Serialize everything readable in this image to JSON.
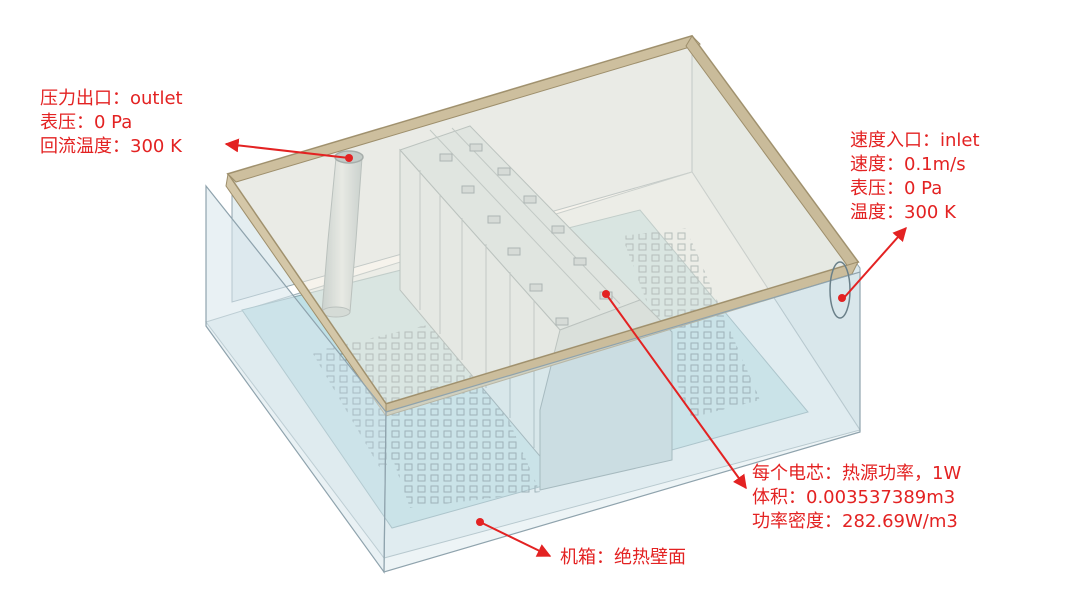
{
  "annotations": {
    "outlet": {
      "line1": "压力出口：outlet",
      "line2": "表压：0 Pa",
      "line3": "回流温度：300 K"
    },
    "inlet": {
      "line1": "速度入口：inlet",
      "line2": "速度：0.1m/s",
      "line3": "表压：0 Pa",
      "line4": "温度：300 K"
    },
    "cell": {
      "line1": "每个电芯：热源功率，1W",
      "line2": "体积：0.003537389m3",
      "line3": "功率密度：282.69W/m3"
    },
    "enclosure": {
      "line1": "机箱：绝热壁面"
    }
  },
  "colors": {
    "annotation": "#e32222",
    "box_edge": "#8a9aa6",
    "box_fill": "#dbe9ee",
    "plate": "#bcdfe6",
    "lid": "#cdbf9e",
    "battery": "#d6e4e8"
  }
}
